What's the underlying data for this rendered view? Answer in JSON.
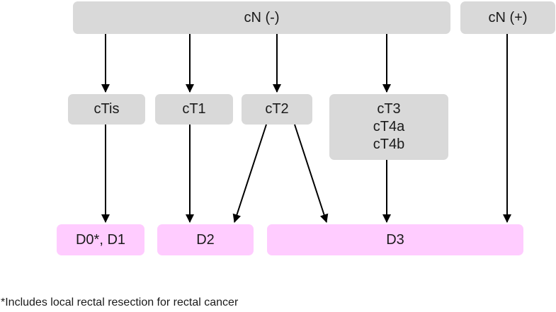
{
  "diagram": {
    "top": {
      "cn_negative": "cN (-)",
      "cn_positive": "cN (+)"
    },
    "stages": {
      "ctis": "cTis",
      "ct1": "cT1",
      "ct2": "cT2",
      "ct3": "cT3",
      "ct4a": "cT4a",
      "ct4b": "cT4b"
    },
    "outcomes": {
      "d0_d1": "D0*, D1",
      "d2": "D2",
      "d3": "D3"
    },
    "footnote": "*Includes local rectal resection for rectal cancer",
    "colors": {
      "stage_box": "#d9d9d9",
      "outcome_box": "#ffccff",
      "arrow": "#000000"
    }
  }
}
